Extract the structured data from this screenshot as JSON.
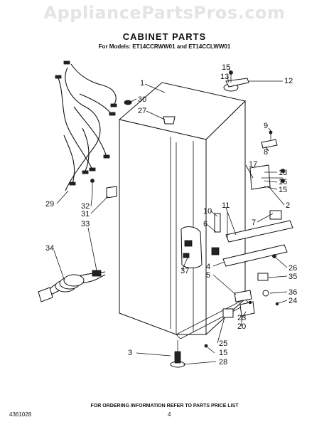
{
  "watermark": "AppliancePartsPros.com",
  "title": "CABINET PARTS",
  "subtitle": "For Models: ET14CCRWW01 and ET14CCLWW01",
  "footer_note": "FOR ORDERING INFORMATION REFER TO PARTS PRICE LIST",
  "doc_number": "4361028",
  "page_number": "4",
  "callouts": {
    "c1": "1",
    "c2": "2",
    "c3": "3",
    "c4": "4",
    "c5": "5",
    "c6": "6",
    "c7": "7",
    "c8": "8",
    "c9": "9",
    "c10": "10",
    "c11": "11",
    "c12": "12",
    "c13": "13",
    "c15a": "15",
    "c15b": "15",
    "c15c": "15",
    "c16": "16",
    "c17": "17",
    "c18": "18",
    "c20": "20",
    "c23": "23",
    "c24": "24",
    "c25": "25",
    "c26": "26",
    "c27": "27",
    "c28": "28",
    "c29": "29",
    "c30": "30",
    "c31": "31",
    "c32": "32",
    "c33": "33",
    "c34": "34",
    "c35": "35",
    "c36": "36",
    "c37": "37"
  }
}
